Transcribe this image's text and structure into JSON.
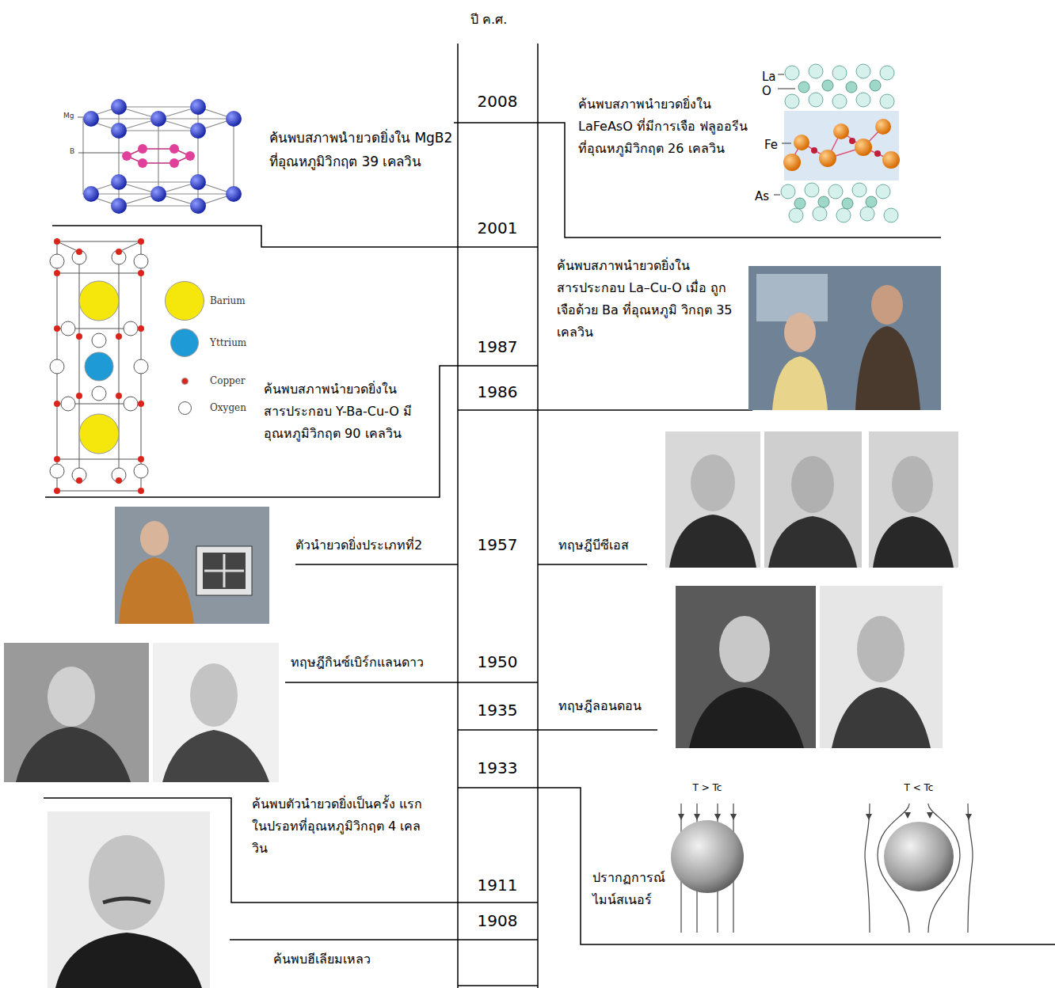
{
  "diagram": {
    "title": "ปี ค.ศ.",
    "nodes": [
      {
        "text": [
          "2008"
        ]
      },
      {
        "text": [
          "2001"
        ]
      },
      {
        "text": [
          "1987"
        ]
      },
      {
        "text": [
          "1986"
        ]
      },
      {
        "text": [
          "1957"
        ]
      },
      {
        "text": [
          "1950"
        ]
      },
      {
        "text": [
          "1935"
        ]
      },
      {
        "text": [
          "1933"
        ]
      },
      {
        "text": [
          "1911"
        ]
      },
      {
        "text": [
          "1908"
        ]
      }
    ],
    "labels": [
      "ค้นพบสภาพนำยวดยิ่งใน MgB2 ที่อุณหภูมิวิกฤต 39 เคลวิน",
      "Mg",
      "B",
      "ค้นพบสภาพนำยวดยิ่งใน LaFeAsO ที่มีการเจือ ฟลูออรีน ที่อุณหภูมิวิกฤต 26 เคลวิน",
      "La",
      "O",
      "Fe",
      "As",
      "ค้นพบสภาพนำยวดยิ่งใน สารประกอบ La–Cu-O เมื่อ ถูกเจือด้วย Ba ที่อุณหภูมิ วิกฤต 35 เคลวิน",
      "ค้นพบสภาพนำยวดยิ่งใน สารประกอบ Y-Ba-Cu-O มี อุณหภูมิวิกฤต 90 เคลวิน",
      "ตัวนำยวดยิ่งประเภทที่2",
      "ทฤษฎีบีซีเอส",
      "ทฤษฎีกินซ์เบิร์กแลนดาว",
      "ทฤษฎีลอนดอน",
      "ค้นพบตัวนำยวดยิ่งเป็นครั้ง แรกในปรอทที่อุณหภูมิวิกฤต 4 เคลวิน",
      "ปรากฏการณ์ ไมน์สเนอร์",
      "T > Tc",
      "T < Tc",
      "ค้นพบฮีเลียมเหลว"
    ],
    "legend": [
      {
        "text": "Barium",
        "color": "#f5e60c"
      },
      {
        "text": "Yttrium",
        "color": "#1e9ad6"
      },
      {
        "text": "Copper",
        "color": "#d9261c"
      },
      {
        "text": "Oxygen",
        "color": "#ffffff"
      }
    ]
  }
}
